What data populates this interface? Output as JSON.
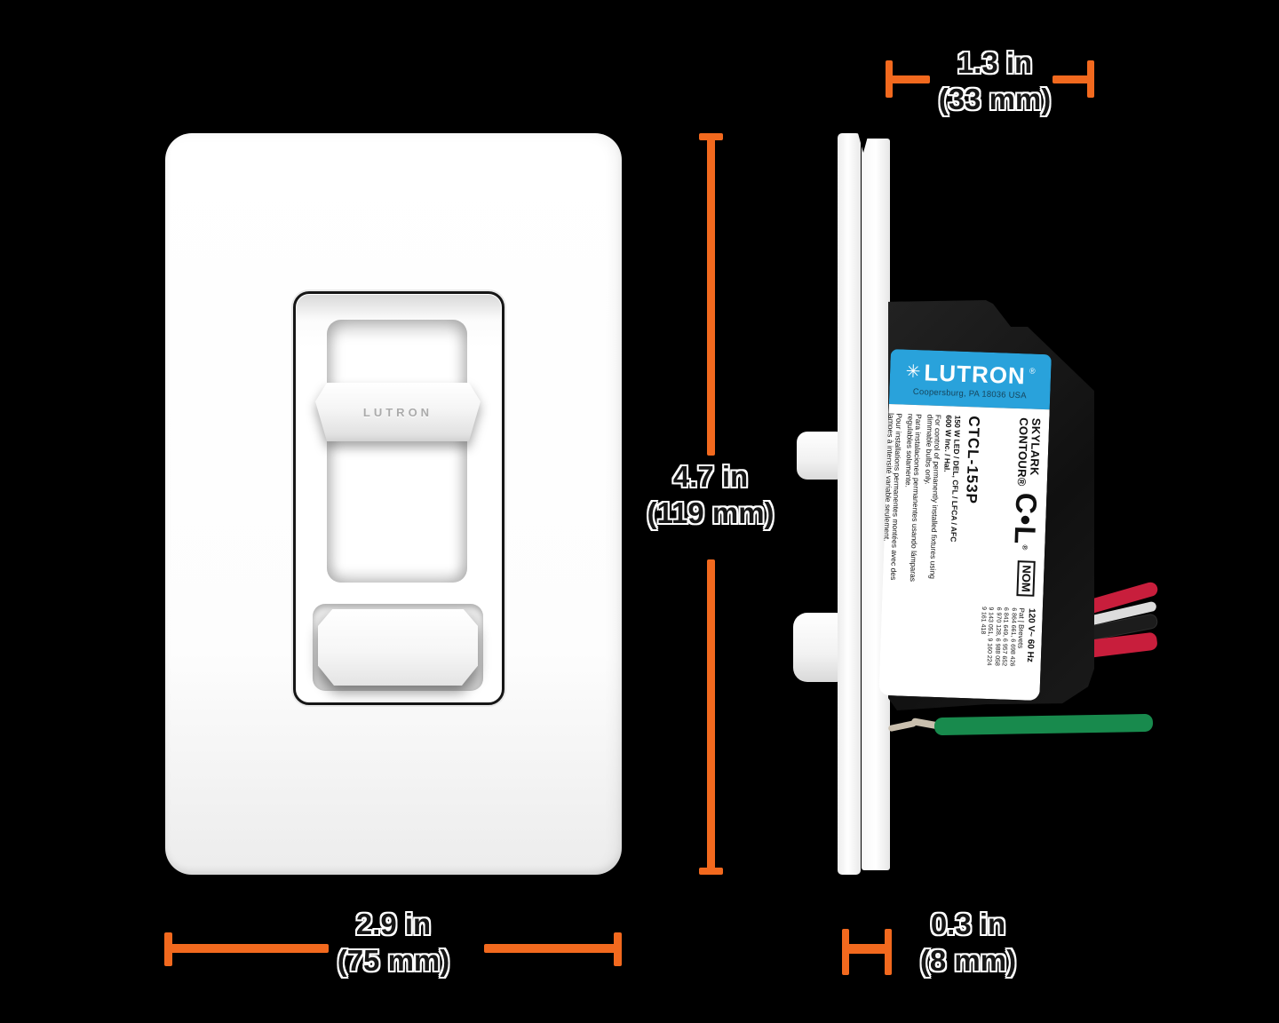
{
  "colors": {
    "background": "#000000",
    "dimension_orange": "#F2691E",
    "label_blue": "#29A2DB",
    "wire_red": "#C81E3C",
    "wire_black": "#1C1C1C",
    "wire_white": "#DCDCDC",
    "wire_green": "#188A4D",
    "wire_copper": "#C9BFAE"
  },
  "icons": {
    "lutron_sunburst": "✳"
  },
  "dimensions": {
    "depth": {
      "in": "1.3 in",
      "mm": "(33 mm)"
    },
    "height": {
      "in": "4.7 in",
      "mm": "(119 mm)"
    },
    "width": {
      "in": "2.9 in",
      "mm": "(75 mm)"
    },
    "protrusion": {
      "in": "0.3 in",
      "mm": "(8 mm)"
    }
  },
  "front_view": {
    "slider_brand": "LUTRON"
  },
  "side_view": {
    "label": {
      "brand": "LUTRON",
      "registered": "®",
      "address": "Coopersburg, PA 18036 USA",
      "product_line1": "SKYLARK",
      "product_line2": "CONTOUR®",
      "product_cl": "C•L",
      "product_cl_reg": "®",
      "model": "CTCL-153P",
      "nom": "NOM",
      "voltage": "120 V~ 60 Hz",
      "pat": "Pat | Brevets",
      "patents": [
        "6 864 661, 6 698 426",
        "6 841 649, 6 957 652",
        "6 970 128, 6 988 058",
        "9 143 051, 9 160 224",
        "9 161 418"
      ],
      "rating_1": "150 W LED / DEL, CFL / LFCA / AFC",
      "rating_2": "600 W Inc. / Hal.",
      "desc_en_1": "For control of permanently installed fixtures using",
      "desc_en_2": "dimmable bulbs only.",
      "desc_es_1": "Para instalaciones permanentes usando lámparas",
      "desc_es_2": "regulables solamente.",
      "desc_fr_1": "Pour installations permanentes montées avec des",
      "desc_fr_2": "lampes à intensité variable seulement."
    }
  }
}
